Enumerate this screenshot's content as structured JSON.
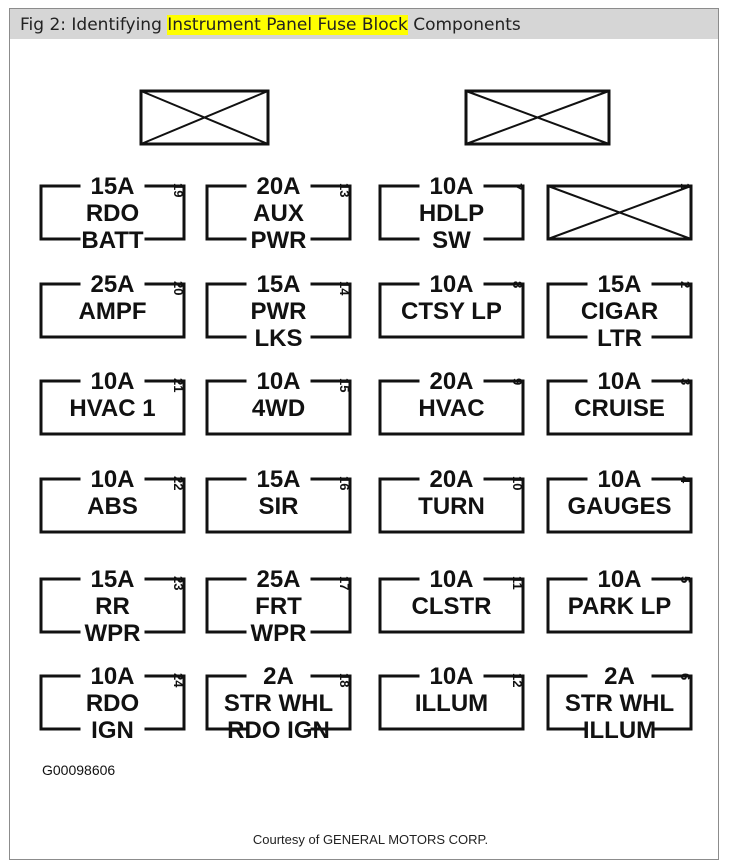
{
  "title": {
    "prefix": "Fig 2: Identifying ",
    "highlight": "Instrument Panel Fuse Block",
    "suffix": " Components"
  },
  "figure_id": "G00098606",
  "credit": "Courtesy of GENERAL MOTORS CORP.",
  "fuses": [
    {
      "num": "19",
      "amp": "15A",
      "lines": [
        "RDO",
        "BATT"
      ]
    },
    {
      "num": "13",
      "amp": "20A",
      "lines": [
        "AUX",
        "PWR"
      ]
    },
    {
      "num": "7",
      "amp": "10A",
      "lines": [
        "HDLP",
        "SW"
      ]
    },
    {
      "num": "1",
      "amp": "",
      "lines": []
    },
    {
      "num": "20",
      "amp": "25A",
      "lines": [
        "AMPF"
      ]
    },
    {
      "num": "14",
      "amp": "15A",
      "lines": [
        "PWR",
        "LKS"
      ]
    },
    {
      "num": "8",
      "amp": "10A",
      "lines": [
        "CTSY LP"
      ]
    },
    {
      "num": "2",
      "amp": "15A",
      "lines": [
        "CIGAR",
        "LTR"
      ]
    },
    {
      "num": "21",
      "amp": "10A",
      "lines": [
        "HVAC 1"
      ]
    },
    {
      "num": "15",
      "amp": "10A",
      "lines": [
        "4WD"
      ]
    },
    {
      "num": "9",
      "amp": "20A",
      "lines": [
        "HVAC"
      ]
    },
    {
      "num": "3",
      "amp": "10A",
      "lines": [
        "CRUISE"
      ]
    },
    {
      "num": "22",
      "amp": "10A",
      "lines": [
        "ABS"
      ]
    },
    {
      "num": "16",
      "amp": "15A",
      "lines": [
        "SIR"
      ]
    },
    {
      "num": "10",
      "amp": "20A",
      "lines": [
        "TURN"
      ]
    },
    {
      "num": "4",
      "amp": "10A",
      "lines": [
        "GAUGES"
      ]
    },
    {
      "num": "23",
      "amp": "15A",
      "lines": [
        "RR",
        "WPR"
      ]
    },
    {
      "num": "17",
      "amp": "25A",
      "lines": [
        "FRT",
        "WPR"
      ]
    },
    {
      "num": "11",
      "amp": "10A",
      "lines": [
        "CLSTR"
      ]
    },
    {
      "num": "5",
      "amp": "10A",
      "lines": [
        "PARK LP"
      ]
    },
    {
      "num": "24",
      "amp": "10A",
      "lines": [
        "RDO",
        "IGN"
      ]
    },
    {
      "num": "18",
      "amp": "2A",
      "lines": [
        "STR WHL",
        "RDO IGN"
      ]
    },
    {
      "num": "12",
      "amp": "10A",
      "lines": [
        "ILLUM"
      ]
    },
    {
      "num": "6",
      "amp": "2A",
      "lines": [
        "STR WHL",
        "ILLUM"
      ]
    }
  ]
}
